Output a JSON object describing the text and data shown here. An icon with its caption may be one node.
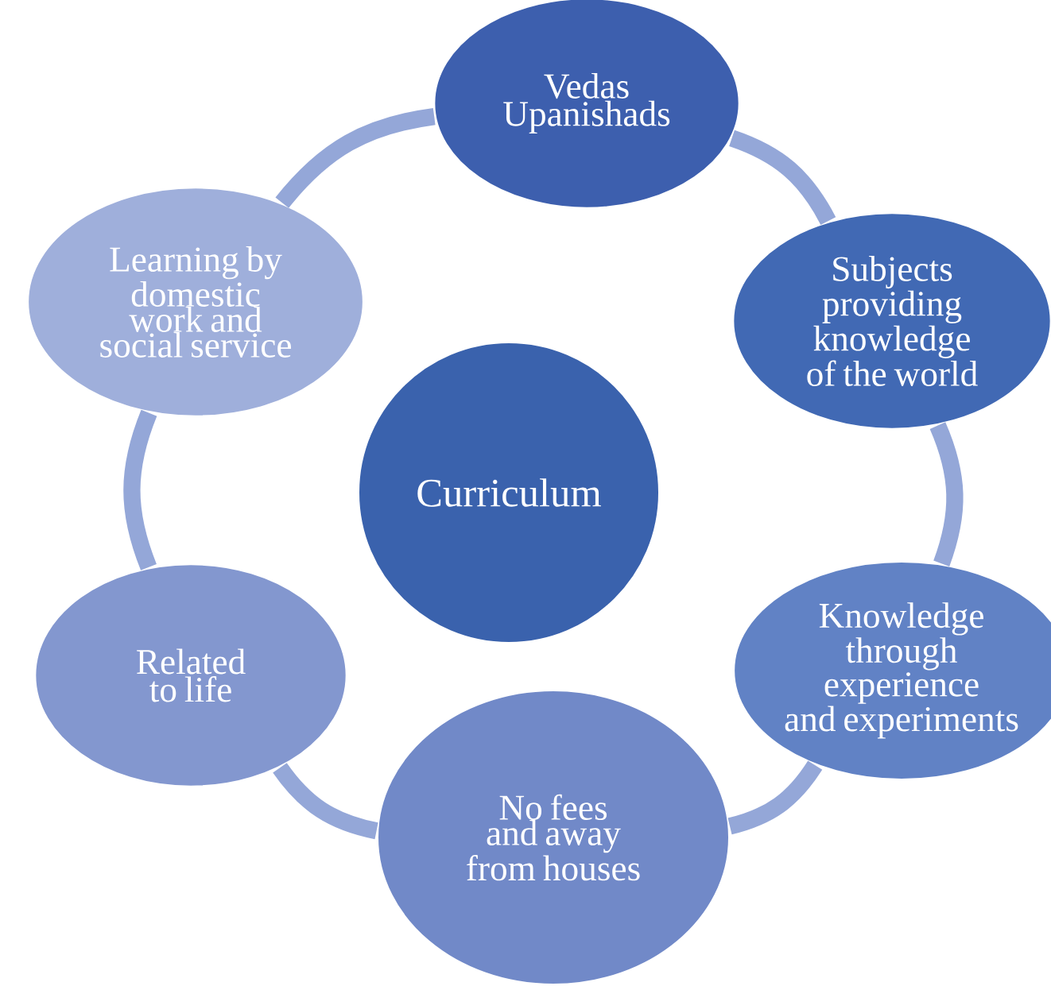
{
  "diagram": {
    "nodes": [
      {
        "text": [
          "Vedas Upanishads"
        ]
      },
      {
        "text": [
          "Subjects providing knowledge of the world"
        ]
      },
      {
        "text": [
          "Knowledge through experience and experiments"
        ]
      },
      {
        "text": [
          "No fees and away from houses"
        ]
      },
      {
        "text": [
          "Related to life"
        ]
      },
      {
        "text": [
          "Learning by domestic work and social service"
        ]
      },
      {
        "text": [
          "Curriculum"
        ]
      }
    ],
    "edges": [
      {
        "from": 0,
        "to": 1,
        "arrow": "none"
      },
      {
        "from": 1,
        "to": 2,
        "arrow": "none"
      },
      {
        "from": 2,
        "to": 3,
        "arrow": "none"
      },
      {
        "from": 3,
        "to": 4,
        "arrow": "none"
      },
      {
        "from": 4,
        "to": 5,
        "arrow": "none"
      },
      {
        "from": 5,
        "to": 0,
        "arrow": "none"
      }
    ]
  }
}
